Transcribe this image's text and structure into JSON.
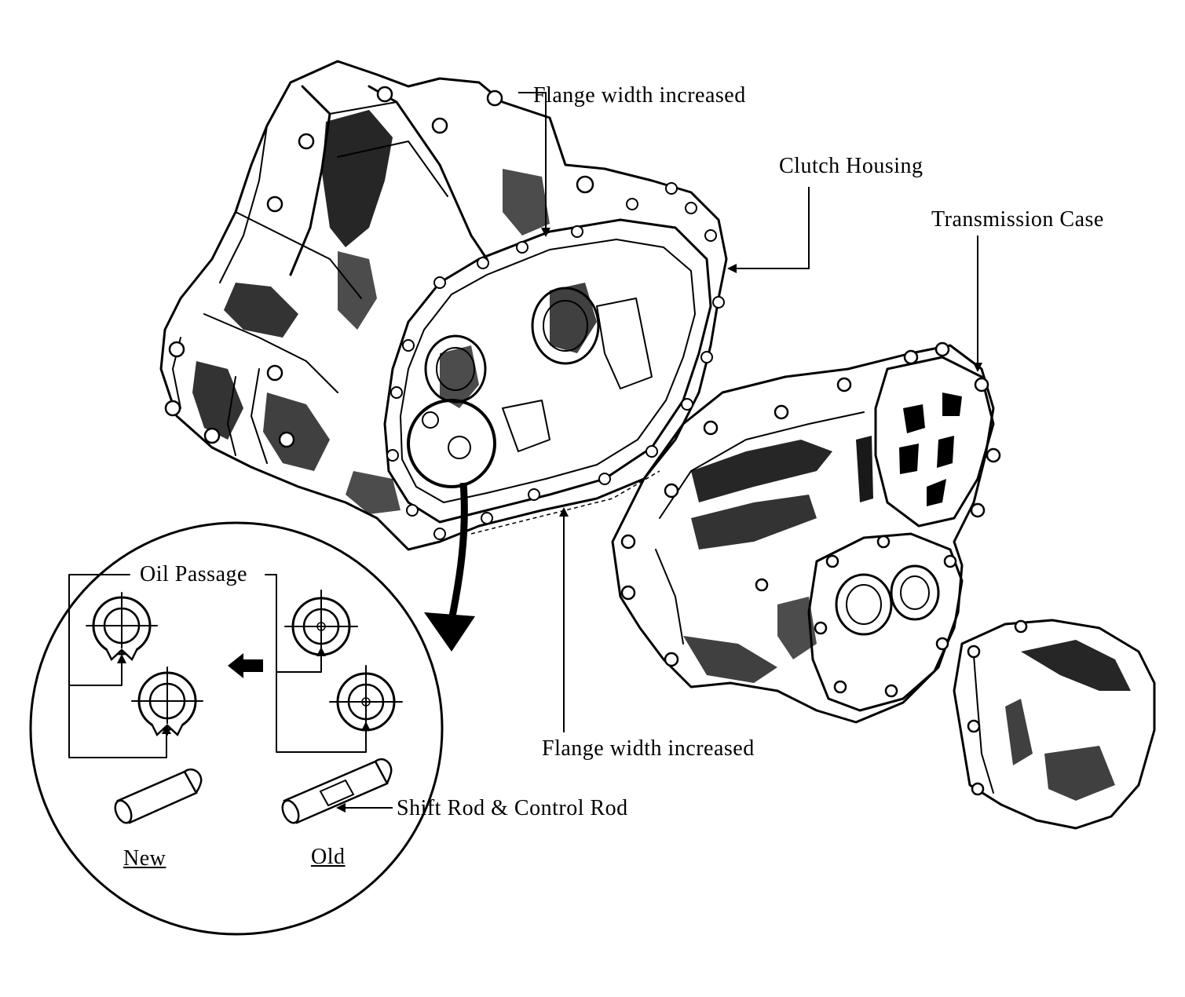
{
  "labels": {
    "flange_top": "Flange width increased",
    "clutch_housing": "Clutch Housing",
    "transmission_case": "Transmission Case",
    "flange_bottom": "Flange width increased",
    "oil_passage": "Oil Passage",
    "shift_rod": "Shift Rod & Control Rod",
    "new": "New",
    "old": "Old"
  },
  "colors": {
    "ink": "#000000",
    "paper": "#ffffff"
  }
}
